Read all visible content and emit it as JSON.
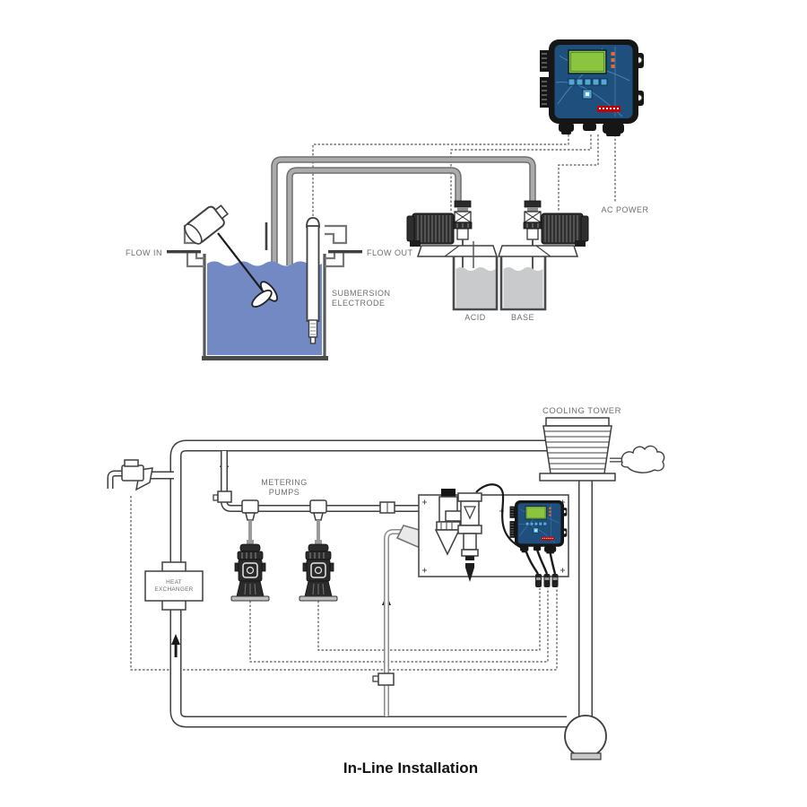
{
  "title": "In-Line Installation",
  "labels": {
    "flow_in": "FLOW IN",
    "flow_out": "FLOW OUT",
    "submersion_electrode_line1": "SUBMERSION",
    "submersion_electrode_line2": "ELECTRODE",
    "acid": "ACID",
    "base": "BASE",
    "ac_power": "AC POWER",
    "cooling_tower": "COOLING TOWER",
    "metering_pumps_line1": "METERING",
    "metering_pumps_line2": "PUMPS",
    "heat_exchanger_line1": "HEAT",
    "heat_exchanger_line2": "EXCHANGER"
  },
  "colors": {
    "controller_body": "#1e4f7d",
    "controller_frame": "#161616",
    "lcd_screen": "#8bc540",
    "keypad_buttons": "#4fa9db",
    "status_leds": "#e96b28",
    "brand_badge": "#c00000",
    "tank_water": "#7289c4",
    "chemical_liquid": "#c9cacc",
    "outline": "#3f3f3f",
    "pipe_gray": "#ababab",
    "label_text": "#6d6e71",
    "title_text": "#111111"
  }
}
